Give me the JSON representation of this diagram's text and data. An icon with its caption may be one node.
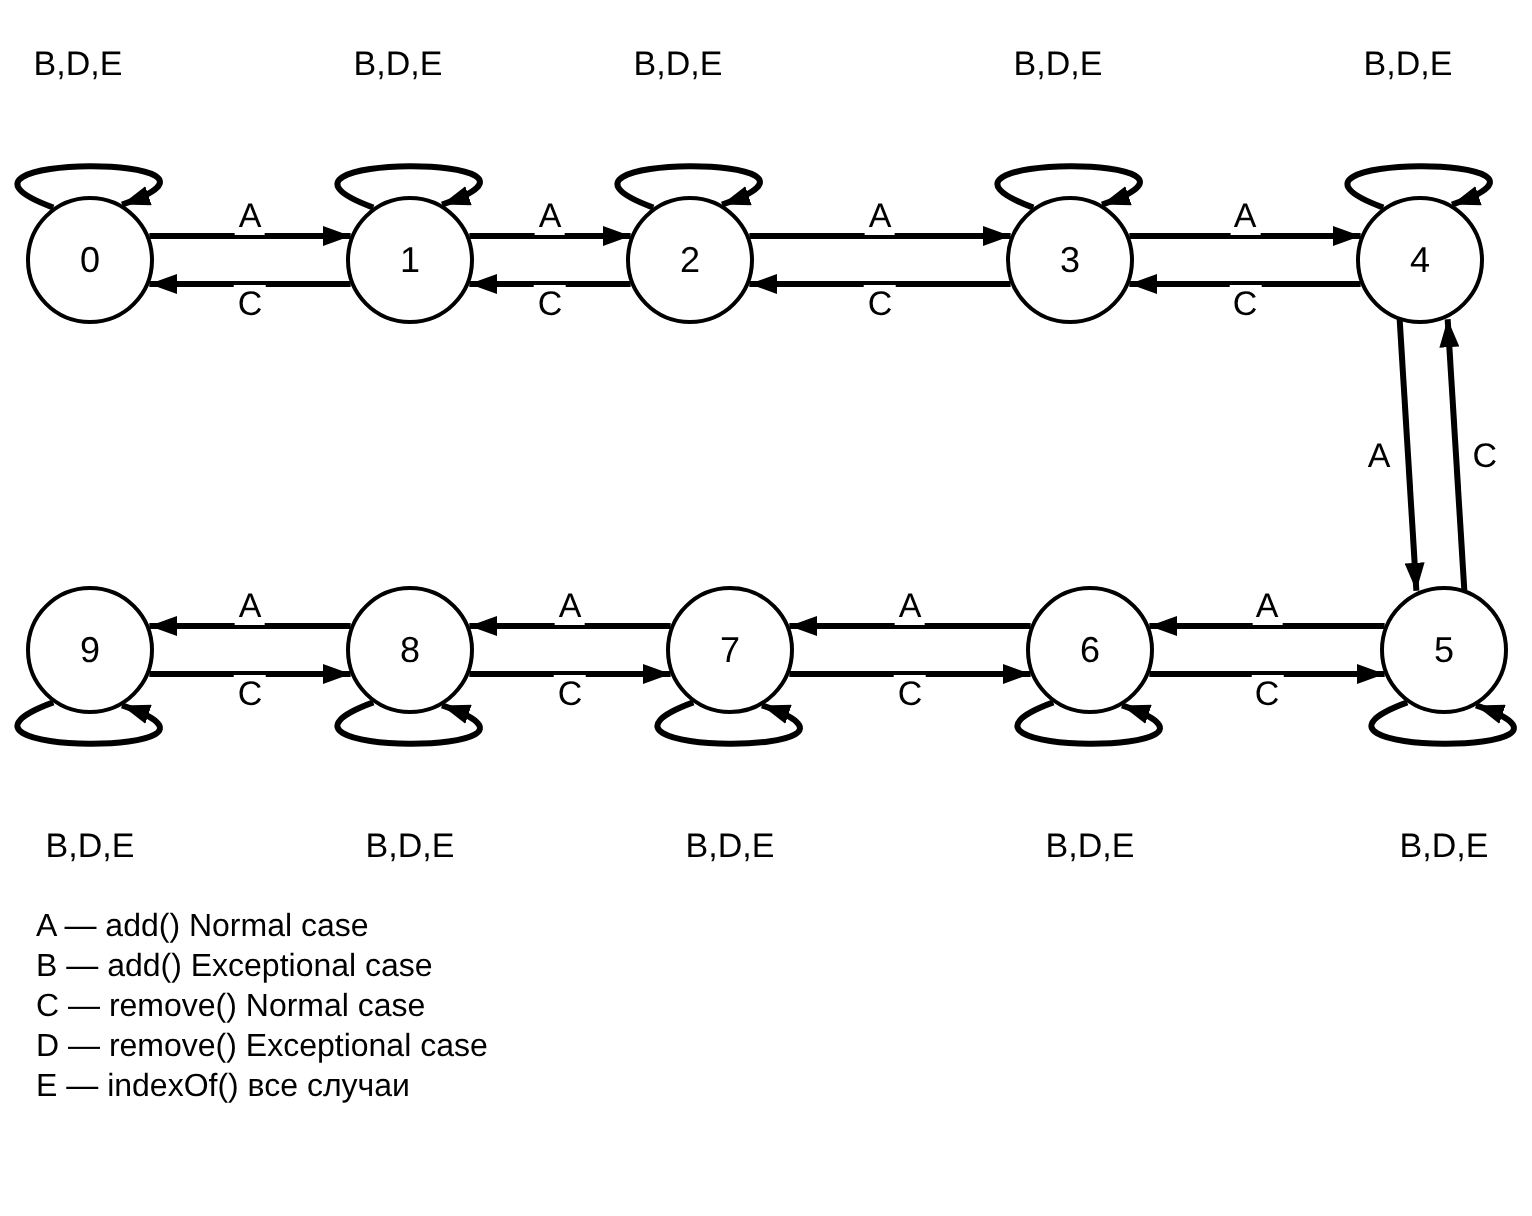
{
  "diagram": {
    "nodes": [
      {
        "text": [
          "0"
        ]
      },
      {
        "text": [
          "1"
        ]
      },
      {
        "text": [
          "2"
        ]
      },
      {
        "text": [
          "3"
        ]
      },
      {
        "text": [
          "4"
        ]
      },
      {
        "text": [
          "5"
        ]
      },
      {
        "text": [
          "6"
        ]
      },
      {
        "text": [
          "7"
        ]
      },
      {
        "text": [
          "8"
        ]
      },
      {
        "text": [
          "9"
        ]
      }
    ],
    "edges": [
      {
        "from": 0,
        "to": 0,
        "arrow": "to",
        "label": "B,D,E"
      },
      {
        "from": 1,
        "to": 1,
        "arrow": "to",
        "label": "B,D,E"
      },
      {
        "from": 2,
        "to": 2,
        "arrow": "to",
        "label": "B,D,E"
      },
      {
        "from": 3,
        "to": 3,
        "arrow": "to",
        "label": "B,D,E"
      },
      {
        "from": 4,
        "to": 4,
        "arrow": "to",
        "label": "B,D,E"
      },
      {
        "from": 5,
        "to": 5,
        "arrow": "to",
        "label": "B,D,E"
      },
      {
        "from": 6,
        "to": 6,
        "arrow": "to",
        "label": "B,D,E"
      },
      {
        "from": 7,
        "to": 7,
        "arrow": "to",
        "label": "B,D,E"
      },
      {
        "from": 8,
        "to": 8,
        "arrow": "to",
        "label": "B,D,E"
      },
      {
        "from": 9,
        "to": 9,
        "arrow": "to",
        "label": "B,D,E"
      },
      {
        "from": 0,
        "to": 1,
        "arrow": "to",
        "label": "A"
      },
      {
        "from": 1,
        "to": 2,
        "arrow": "to",
        "label": "A"
      },
      {
        "from": 2,
        "to": 3,
        "arrow": "to",
        "label": "A"
      },
      {
        "from": 3,
        "to": 4,
        "arrow": "to",
        "label": "A"
      },
      {
        "from": 1,
        "to": 0,
        "arrow": "to",
        "label": "C"
      },
      {
        "from": 2,
        "to": 1,
        "arrow": "to",
        "label": "C"
      },
      {
        "from": 3,
        "to": 2,
        "arrow": "to",
        "label": "C"
      },
      {
        "from": 4,
        "to": 3,
        "arrow": "to",
        "label": "C"
      },
      {
        "from": 4,
        "to": 5,
        "arrow": "to",
        "label": "A"
      },
      {
        "from": 5,
        "to": 4,
        "arrow": "to",
        "label": "C"
      },
      {
        "from": 5,
        "to": 6,
        "arrow": "to",
        "label": "A"
      },
      {
        "from": 6,
        "to": 7,
        "arrow": "to",
        "label": "A"
      },
      {
        "from": 7,
        "to": 8,
        "arrow": "to",
        "label": "A"
      },
      {
        "from": 8,
        "to": 9,
        "arrow": "to",
        "label": "A"
      },
      {
        "from": 9,
        "to": 8,
        "arrow": "to",
        "label": "C"
      },
      {
        "from": 8,
        "to": 7,
        "arrow": "to",
        "label": "C"
      },
      {
        "from": 7,
        "to": 6,
        "arrow": "to",
        "label": "C"
      },
      {
        "from": 6,
        "to": 5,
        "arrow": "to",
        "label": "C"
      }
    ],
    "labels": [
      "A — add() Normal case",
      "B — add() Exceptional case",
      "C — remove() Normal case",
      "D — remove() Exceptional case",
      "E — indexOf() все случаи"
    ]
  }
}
